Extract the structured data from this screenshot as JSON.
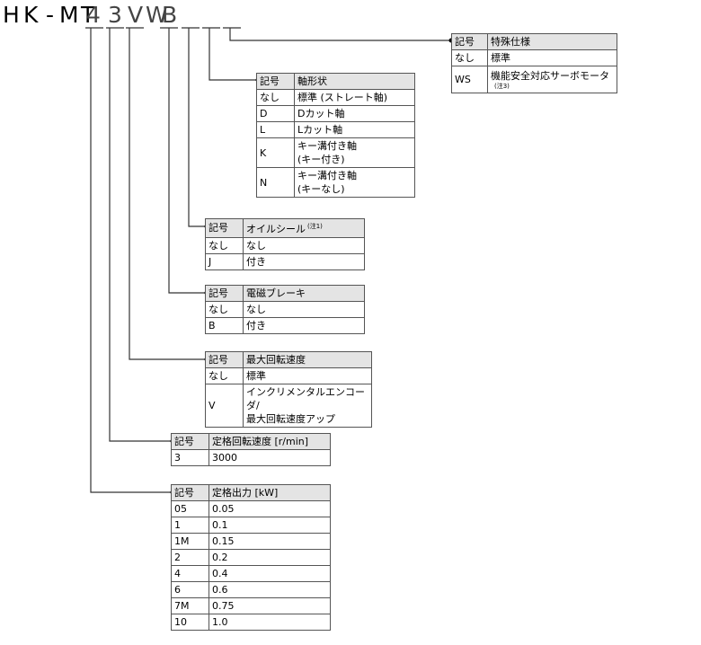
{
  "model_chars": [
    "H",
    "K",
    "-",
    "M",
    "T",
    "4",
    "3",
    "V",
    "W",
    "B"
  ],
  "tables": {
    "special": {
      "headers": [
        "記号",
        "特殊仕様"
      ],
      "rows": [
        [
          "なし",
          "標準",
          ""
        ],
        [
          "WS",
          "機能安全対応サーボモータ",
          "(注3)"
        ]
      ]
    },
    "shaft": {
      "headers": [
        "記号",
        "軸形状"
      ],
      "rows": [
        [
          "なし",
          "標準 (ストレート軸)"
        ],
        [
          "D",
          "Dカット軸"
        ],
        [
          "L",
          "Lカット軸"
        ],
        [
          "K",
          "キー溝付き軸\n(キー付き)"
        ],
        [
          "N",
          "キー溝付き軸\n(キーなし)"
        ]
      ]
    },
    "oil": {
      "headers": [
        "記号",
        "オイルシール"
      ],
      "header_note": "(注1)",
      "rows": [
        [
          "なし",
          "なし"
        ],
        [
          "J",
          "付き"
        ]
      ]
    },
    "brake": {
      "headers": [
        "記号",
        "電磁ブレーキ"
      ],
      "rows": [
        [
          "なし",
          "なし"
        ],
        [
          "B",
          "付き"
        ]
      ]
    },
    "maxspeed": {
      "headers": [
        "記号",
        "最大回転速度"
      ],
      "rows": [
        [
          "なし",
          "標準"
        ],
        [
          "V",
          "インクリメンタルエンコーダ/\n最大回転速度アップ"
        ]
      ]
    },
    "rated_speed": {
      "headers": [
        "記号",
        "定格回転速度 [r/min]"
      ],
      "rows": [
        [
          "3",
          "3000"
        ]
      ]
    },
    "rated_output": {
      "headers": [
        "記号",
        "定格出力 [kW]"
      ],
      "rows": [
        [
          "05",
          "0.05"
        ],
        [
          "1",
          "0.1"
        ],
        [
          "1M",
          "0.15"
        ],
        [
          "2",
          "0.2"
        ],
        [
          "4",
          "0.4"
        ],
        [
          "6",
          "0.6"
        ],
        [
          "7M",
          "0.75"
        ],
        [
          "10",
          "1.0"
        ]
      ]
    }
  }
}
